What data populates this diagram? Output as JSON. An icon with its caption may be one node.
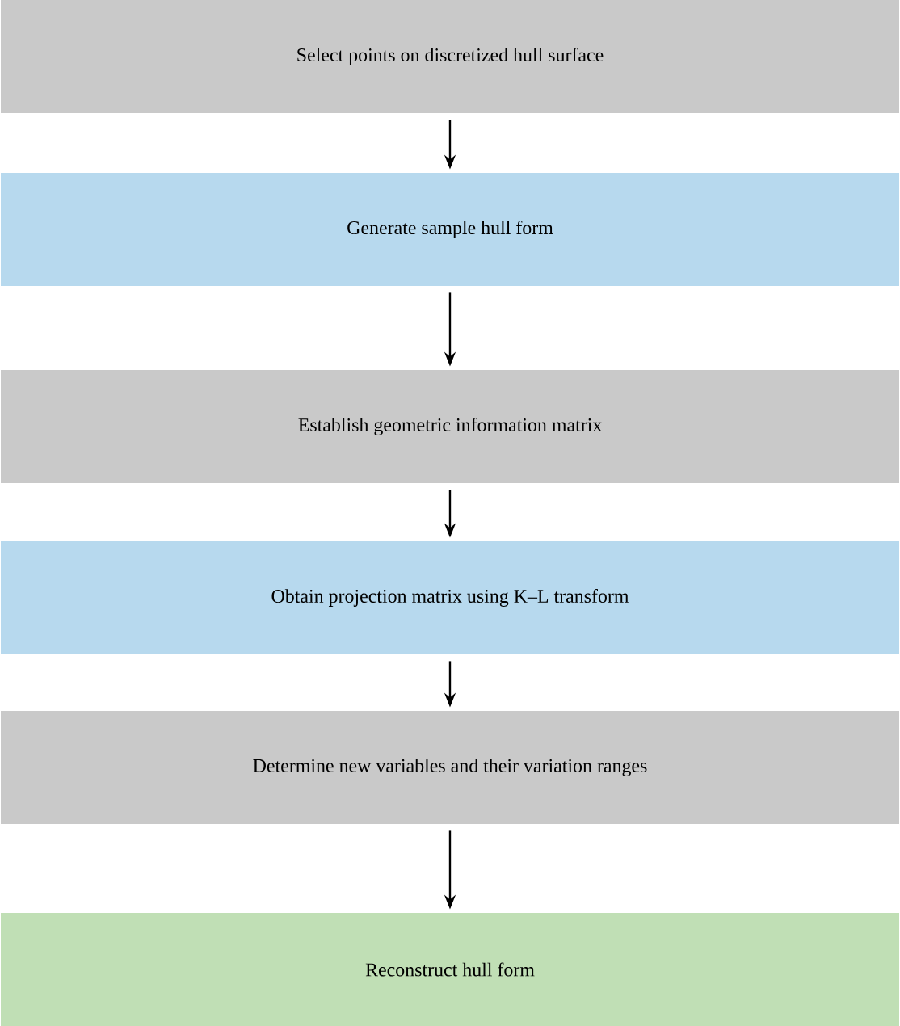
{
  "diagram": {
    "nodes": [
      {
        "text": [
          "Select points on discretized hull surface"
        ]
      },
      {
        "text": [
          "Generate sample hull form"
        ]
      },
      {
        "text": [
          "Establish geometric information matrix"
        ]
      },
      {
        "text": [
          "Obtain projection matrix using K–L transform"
        ]
      },
      {
        "text": [
          "Determine new variables and their variation ranges"
        ]
      },
      {
        "text": [
          "Reconstruct hull form"
        ]
      }
    ],
    "edges": [
      {
        "from": 0,
        "to": 1,
        "arrow": "to"
      },
      {
        "from": 1,
        "to": 2,
        "arrow": "to"
      },
      {
        "from": 2,
        "to": 3,
        "arrow": "to"
      },
      {
        "from": 3,
        "to": 4,
        "arrow": "to"
      },
      {
        "from": 4,
        "to": 5,
        "arrow": "to"
      }
    ]
  }
}
